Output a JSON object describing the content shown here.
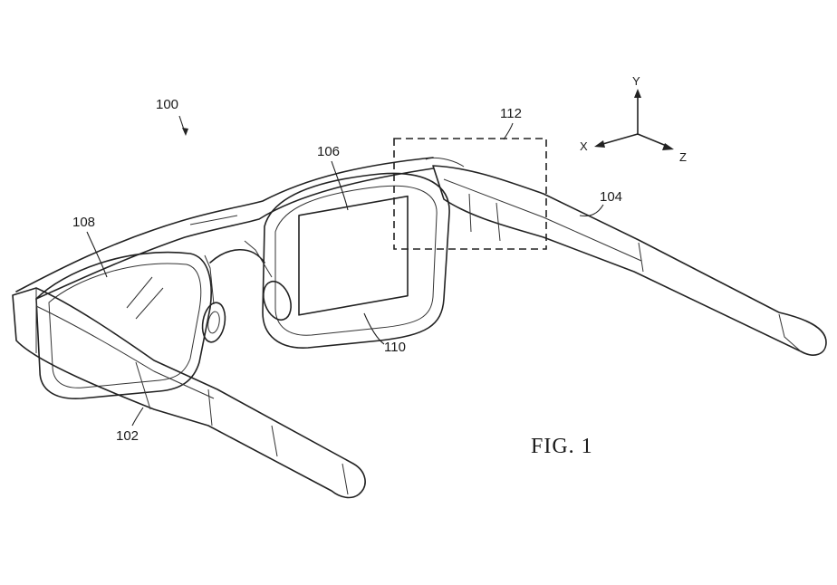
{
  "figure": {
    "caption": "FIG. 1",
    "labels": {
      "device": "100",
      "front_arm": "102",
      "rear_arm": "104",
      "display_frame": "106",
      "lens": "108",
      "display_lens": "110",
      "detail_region": "112"
    },
    "axes": {
      "x": "X",
      "y": "Y",
      "z": "Z"
    }
  }
}
